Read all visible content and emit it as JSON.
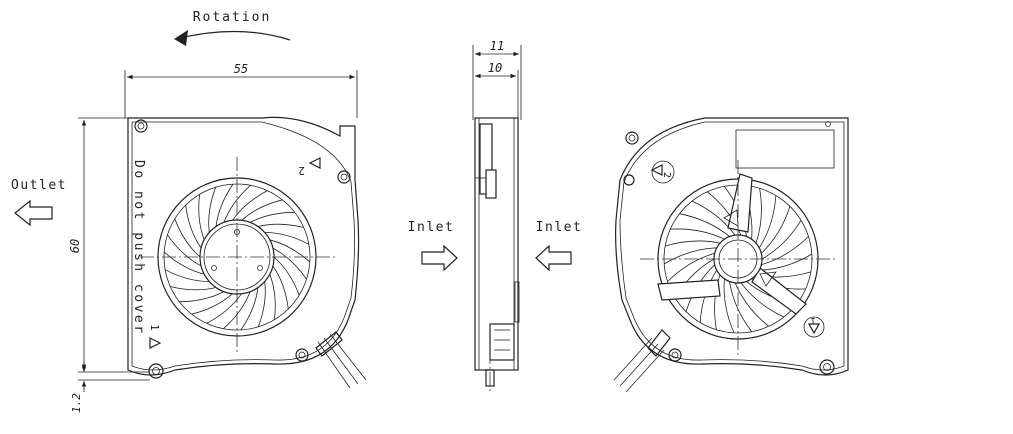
{
  "labels": {
    "rotation": "Rotation",
    "outlet": "Outlet",
    "inlet_side": "Inlet",
    "inlet_back": "Inlet",
    "caution": "Do not push cover",
    "mark_1": "1",
    "mark_2": "2"
  },
  "dimensions": {
    "width": "55",
    "height": "60",
    "offset": "1.2",
    "thickness_total": "11",
    "thickness_body": "10"
  },
  "colors": {
    "line": "#222222",
    "background": "#ffffff"
  }
}
